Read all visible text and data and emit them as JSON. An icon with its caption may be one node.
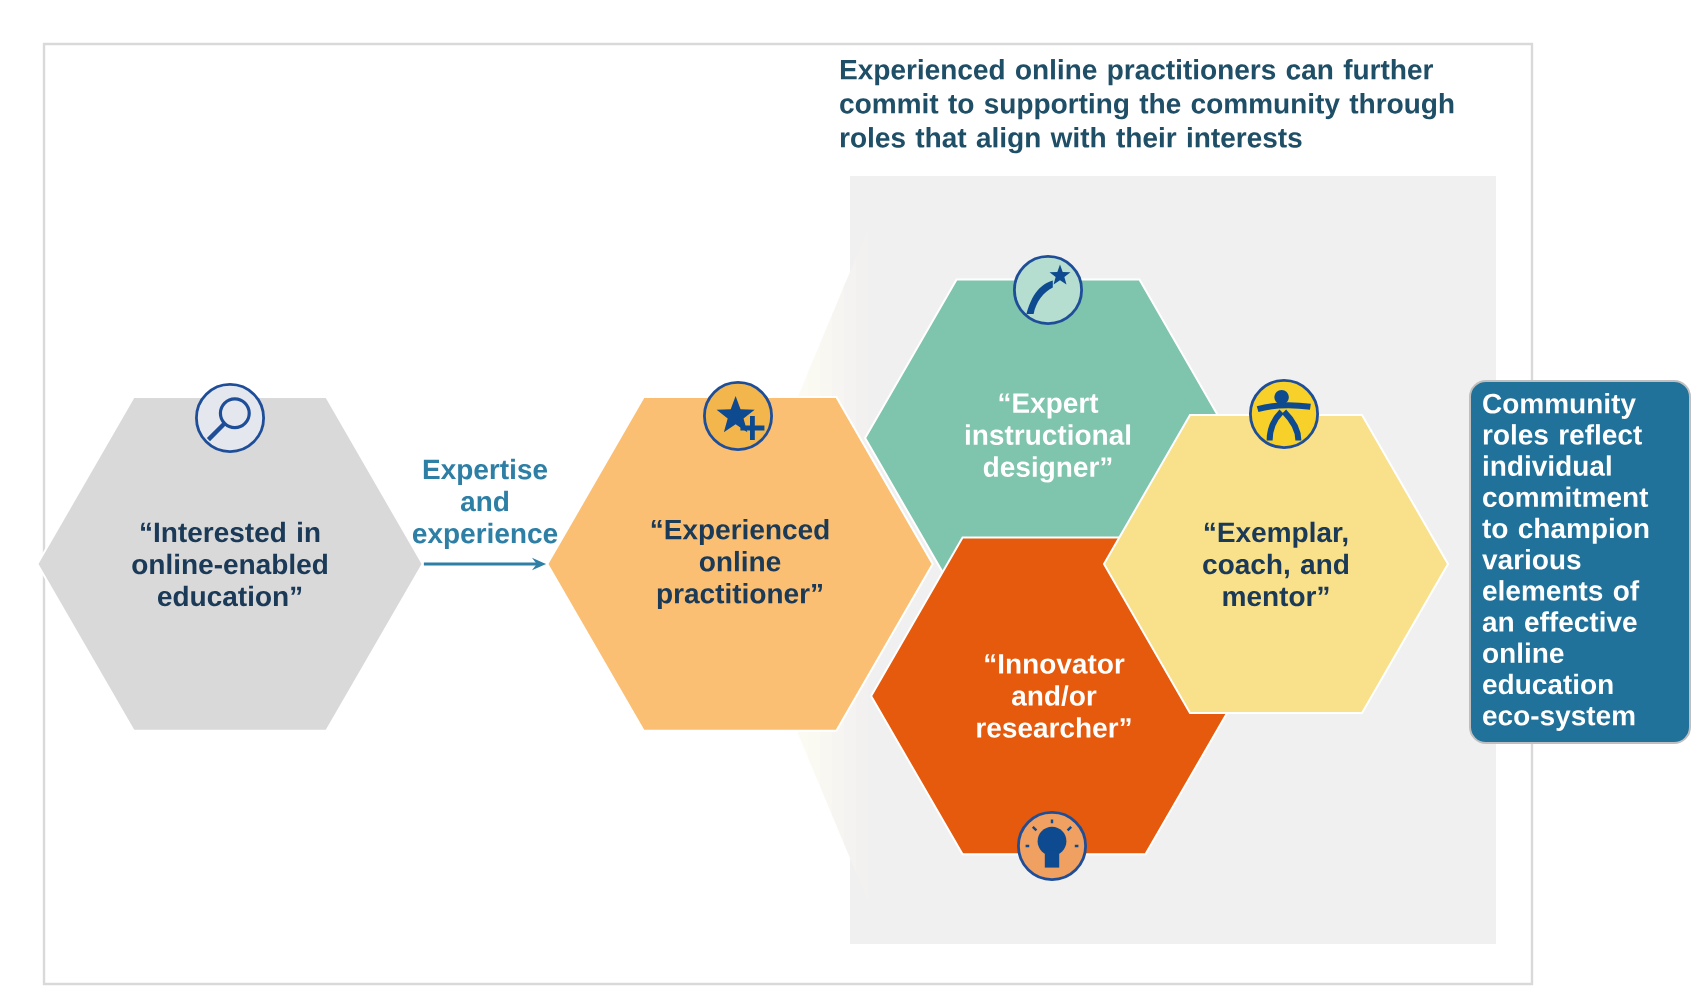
{
  "diagram": {
    "title": "Experienced online practitioners can further commit to supporting the community through roles that align with their interests",
    "nodes": [
      {
        "text": [
          "“Interested in online-enabled education”"
        ]
      },
      {
        "text": [
          "“Experienced online practitioner”"
        ]
      },
      {
        "text": [
          "“Expert instructional designer”"
        ]
      },
      {
        "text": [
          "“Innovator and/or researcher”"
        ]
      },
      {
        "text": [
          "“Exemplar, coach, and mentor”"
        ]
      },
      {
        "text": [
          "Community roles reflect individual commitment to champion various elements of an effective online education eco-system"
        ]
      }
    ],
    "edges": [
      {
        "from": 0,
        "to": 1,
        "arrow": "to",
        "label": "Expertise and experience"
      }
    ]
  }
}
